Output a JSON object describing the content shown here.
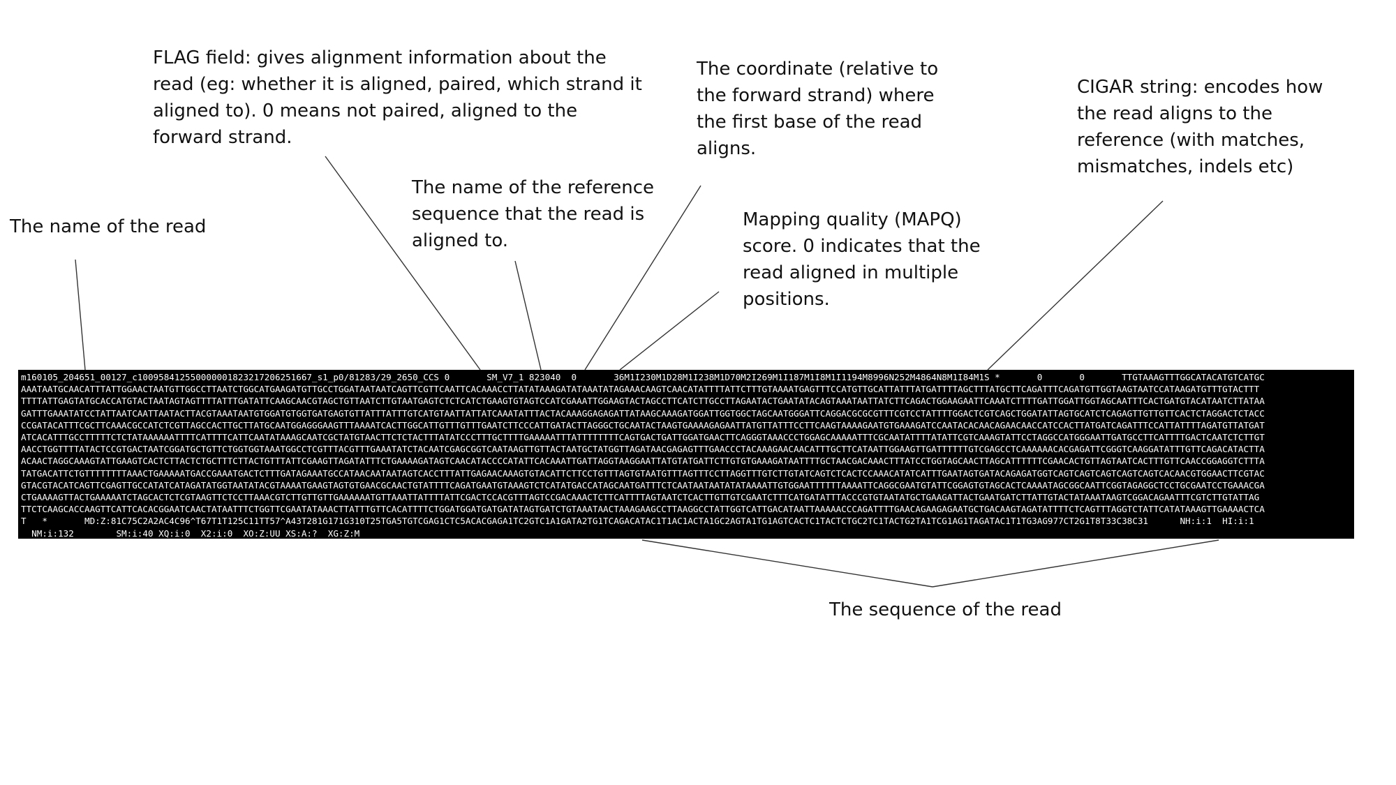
{
  "annotations": {
    "read_name": "The name of the read",
    "flag": "FLAG field: gives alignment information about the\nread (eg: whether it is aligned, paired, which strand it\naligned to). 0 means not paired, aligned to the\nforward strand.",
    "reference": "The name of the reference\nsequence that the read is\naligned to.",
    "position": "The coordinate (relative to\nthe forward strand) where\nthe first base of the read\naligns.",
    "mapq": "Mapping quality (MAPQ)\nscore. 0 indicates that the\nread aligned in multiple\npositions.",
    "cigar": "CIGAR string: encodes how\nthe read aligns to the\nreference (with matches,\nmismatches, indels etc)",
    "sequence": "The sequence of the read"
  },
  "sam_record": {
    "lines": [
      "m160105_204651_00127_c100958412550000001823217206251667_s1_p0/81283/29_2650_CCS 0       SM_V7_1 823040  0       36M1I230M1D28M1I238M1D70M2I269M1I187M1I8M1I1194M8996N252M4864N8M1I84M1S *       0       0       TTGTAAAGTTTGGCATACATGTCATGC",
      "AAATAATGCAACATTTATTGGAACTAATGTTGGCCTTAATCTGGCATGAAGATGTTGCCTGGATAATAATCAGTTCGTTCAATTCACAAACCTTATATAAAGATATAAATATAGAAACAAGTCAACATATTTTATTCTTTGTAAAATGAGTTTCCATGTTGCATTATTTATGATTTTAGCTTTATGCTTCAGATTTCAGATGTTGGTAAGTAATCCATAAGATGTTTGTACTTT",
      "TTTTATTGAGTATGCACCATGTACTAATAGTAGTTTTATTTGATATTCAAGCAACGTAGCTGTTAATCTTGTAATGAGTCTCTCATCTGAAGTGTAGTCCATCGAAATTGGAAGTACTAGCCTTCATCTTGCCTTAGAATACTGAATATACAGTAAATAATTATCTTCAGACTGGAAGAATTCAAATCTTTTGATTGGATTGGTAGCAATTTCACTGATGTACATAATCTTATAA",
      "GATTTGAAATATCCTATTAATCAATTAATACTTACGTAAATAATGTGGATGTGGTGATGAGTGTTATTTATTTGTCATGTAATTATTATCAAATATTTACTACAAAGGAGAGATTATAAGCAAAGATGGATTGGTGGCTAGCAATGGGATTCAGGACGCGCGTTTCGTCCTATTTTGGACTCGTCAGCTGGATATTAGTGCATCTCAGAGTTGTTGTTCACTCTAGGACTCTACC",
      "CCGATACATTTCGCTTCAAACGCCATCTCGTTAGCCACTTGCTTATGCAATGGAGGGAAGTTTAAAATCACTTGGCATTGTTTGTTTGAATCTTCCCATTGATACTTAGGGCTGCAATACTAAGTGAAAAGAGAATTATGTTATTTCCTTCAAGTAAAAGAATGTGAAAGATCCAATACACAACAGAACAACCATCCACTTATGATCAGATTTCCATTATTTTAGATGTTATGAT",
      "ATCACATTTGCCTTTTTCTCTATAAAAAATTTTCATTTTCATTCAATATAAAGCAATCGCTATGTAACTTCTCTACTTTATATCCCTTTGCTTTTGAAAAATTTATTTTTTTTCAGTGACTGATTGGATGAACTTCAGGGTAAACCCTGGAGCAAAAATTTCGCAATATTTTATATTCGTCAAAGTATTCCTAGGCCATGGGAATTGATGCCTTCATTTTGACTCAATCTCTTGT",
      "AACCTGGTTTTATACTCCGTGACTAATCGGATGCTGTTCTGGTGGTAAATGGCCTCGTTTACGTTTGAAATATCTACAATCGAGCGGTCAATAAGTTGTTACTAATGCTATGGTTAGATAACGAGAGTTTGAACCCTACAAAGAACAACATTTGCTTCATAATTGGAAGTTGATTTTTTGTCGAGCCTCAAAAAACACGAGATTCGGGTCAAGGATATTTGTTCAGACATACTTA",
      "ACAACTAGGCAAAGTATTGAAGTCACTCTTACTCTGCTTTCTTACTGTTTATTCGAAGTTAGATATTTCTGAAAAGATAGTCAACATACCCCATATTCACAAATTGATTAGGTAAGGAATTATGTATGATTCTTGTGTGAAAGATAATTTTGCTAACGACAAACTTTATCCTGGTAGCAACTTAGCATTTTTTCGAACACTGTTAGTAATCACTTTGTTCAACCGGAGGTCTTTA",
      "TATGACATTCTGTTTTTTTTAAACTGAAAAATGACCGAAATGACTCTTTGATAGAAATGCCATAACAATAATAGTCACCTTTATTGAGAACAAAGTGTACATTCTTCCTGTTTAGTGTAATGTTTAGTTTCCTTAGGTTTGTCTTGTATCAGTCTCACTCCAAACATATCATTTGAATAGTGATACAGAGATGGTCAGTCAGTCAGTCAGTCAGTCACAACGTGGAACTTCGTAC",
      "GTACGTACATCAGTTCGAGTTGCCATATCATAGATATGGTAATATACGTAAAATGAAGTAGTGTGAACGCAACTGTATTTTCAGATGAATGTAAAGTCTCATATGACCATAGCAATGATTTCTCAATAATAATATATAAAATTGTGGAATTTTTTAAAATTCAGGCGAATGTATTCGGAGTGTAGCACTCAAAATAGCGGCAATTCGGTAGAGGCTCCTGCGAATCCTGAAACGA",
      "CTGAAAAGTTACTGAAAAATCTAGCACTCTCGTAAGTTCTCCTTAAACGTCTTGTTGTTGAAAAAATGTTAAATTATTTTATTCGACTCCACGTTTAGTCCGACAAACTCTTCATTTTAGTAATCTCACTTGTTGTCGAATCTTTCATGATATTTACCCGTGTAATATGCTGAAGATTACTGAATGATCTTATTGTACTATAAATAAGTCGGACAGAATTTCGTCTTGTATTAG",
      "TTCTCAAGCACCAAGTTCATTCACACGGAATCAACTATAATTTCTGGTTCGAATATAAACTTATTTGTTCACATTTTCTGGATGGATGATGATATAGTGATCTGTAAATAACTAAAGAAGCCTTAAGGCCTATTGGTCATTGACATAATTAAAAACCCAGATTTTGAACAGAAGAGAATGCTGACAAGTAGATATTTTCTCAGTTTAGGTCTATTCATATAAAGTTGAAAACTCA",
      "T   *       MD:Z:81C75C2A2AC4C96^T67T1T125C11TT57^A43T281G171G310T25TGA5TGTCGAG1CTC5ACACGAGA1TC2GTC1A1GATA2TG1TCAGACATAC1T1AC1ACTA1GC2AGTA1TG1AGTCACTC1TACTCTGC2TC1TACTG2TA1TCG1AG1TAGATAC1T1TG3AG977CT2G1T8T33C38C31      NH:i:1  HI:i:1",
      "  NM:i:132        SM:i:40 XQ:i:0  X2:i:0  XO:Z:UU XS:A:?  XG:Z:M"
    ]
  }
}
